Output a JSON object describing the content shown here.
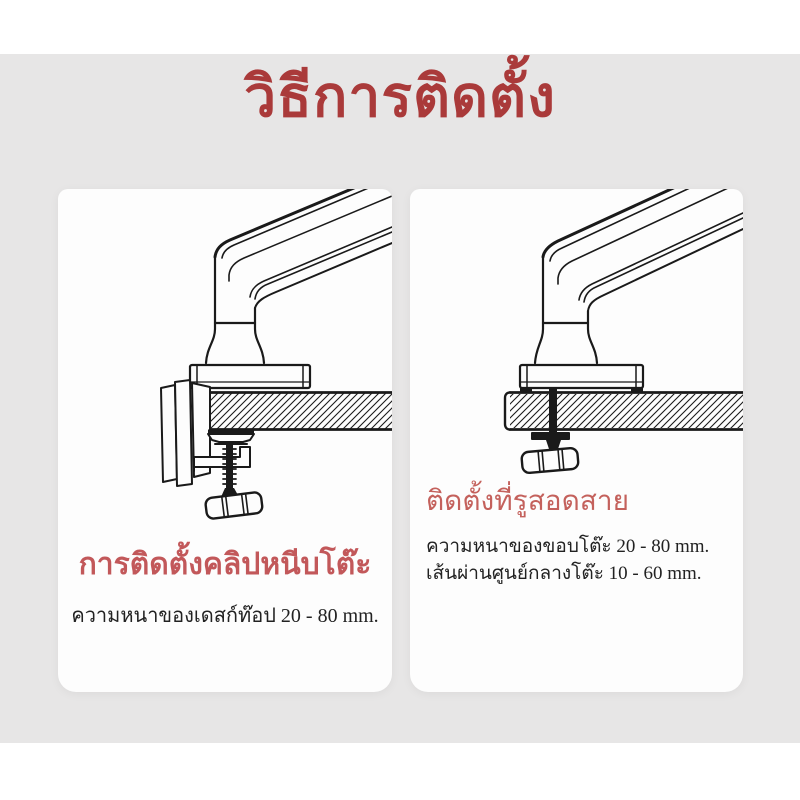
{
  "page": {
    "title": "วิธีการติดตั้ง",
    "colors": {
      "page_background": "#ffffff",
      "band_background": "#e7e6e6",
      "panel_background": "#fdfdfd",
      "title_red": "#aa3a3a",
      "clamp_heading_red": "#c2585a",
      "grommet_heading_red": "#c4615c",
      "body_text": "#222222",
      "line_art": "#1a1a1a"
    }
  },
  "panels": {
    "clamp": {
      "diagram": "monitor-arm-desk-clamp-drawing",
      "heading": "การติดตั้งคลิปหนีบโต๊ะ",
      "spec": "ความหนาของเดสก์ท๊อป 20 - 80 mm."
    },
    "grommet": {
      "diagram": "monitor-arm-grommet-hole-drawing",
      "heading": "ติดตั้งที่รูสอดสาย",
      "specs": [
        "ความหนาของขอบโต๊ะ 20 - 80 mm.",
        "เส้นผ่านศูนย์กลางโต๊ะ 10 - 60 mm."
      ]
    }
  }
}
